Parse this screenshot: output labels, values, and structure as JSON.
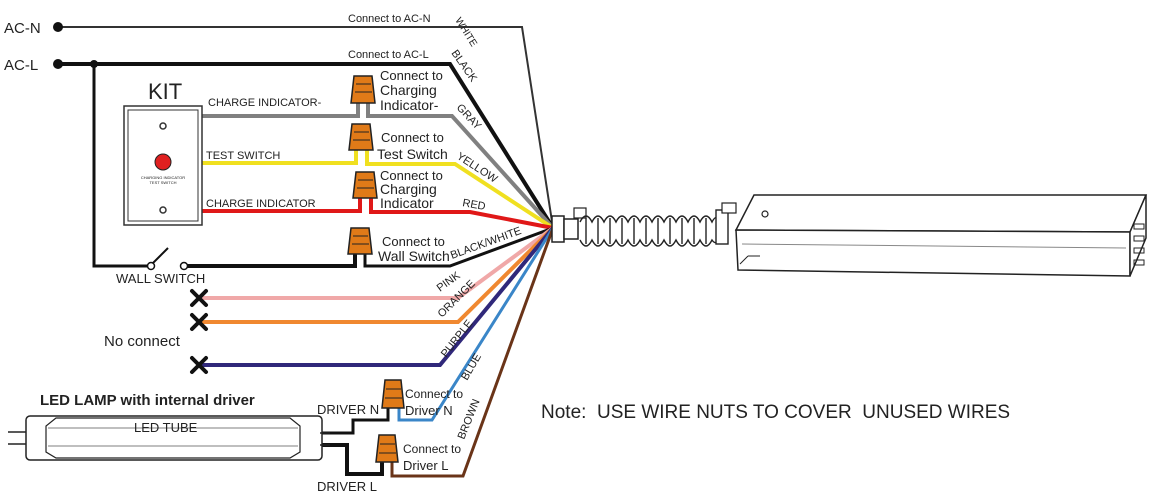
{
  "colors": {
    "white_wire": "#333333",
    "black": "#111111",
    "gray": "#808080",
    "yellow": "#f0e020",
    "red": "#e01818",
    "pink": "#f0a8a8",
    "orange": "#f08830",
    "purple": "#30287a",
    "blue": "#3a86c8",
    "brown": "#6a3418",
    "wirenut": "#e07a18",
    "indicator_led": "#e02020"
  },
  "terminals": {
    "ac_n": "AC-N",
    "ac_l": "AC-L"
  },
  "connections": {
    "ac_n": "Connect to AC-N",
    "ac_l": "Connect to AC-L",
    "charging_neg": [
      "Connect to",
      "Charging",
      "Indicator-"
    ],
    "test_switch": [
      "Connect to",
      "Test Switch"
    ],
    "charging_pos": [
      "Connect to",
      "Charging",
      "Indicator"
    ],
    "wall_switch": [
      "Connect to",
      "Wall Switch"
    ],
    "driver_n": [
      "Connect to",
      "Driver N"
    ],
    "driver_l": [
      "Connect to",
      "Driver L"
    ]
  },
  "kit": {
    "title": "KIT",
    "plate_text_1": "CHARGING INDICATOR",
    "plate_text_2": "TEST SWITCH",
    "charge_indicator_neg": "CHARGE INDICATOR-",
    "test_switch": "TEST SWITCH",
    "charge_indicator": "CHARGE INDICATOR"
  },
  "wall_switch": "WALL SWITCH",
  "no_connect": "No connect",
  "wire_labels": {
    "white": "WHITE",
    "black": "BLACK",
    "gray": "GRAY",
    "yellow": "YELLOW",
    "red": "RED",
    "black_white": "BLACK/WHITE",
    "pink": "PINK",
    "orange": "ORANGE",
    "purple": "PURPLE",
    "blue": "BLUE",
    "brown": "BROWN"
  },
  "led_lamp": {
    "title": "LED LAMP with internal driver",
    "tube": "LED TUBE",
    "driver_n": "DRIVER N",
    "driver_l": "DRIVER L"
  },
  "note": "Note:  USE WIRE NUTS TO COVER  UNUSED WIRES"
}
